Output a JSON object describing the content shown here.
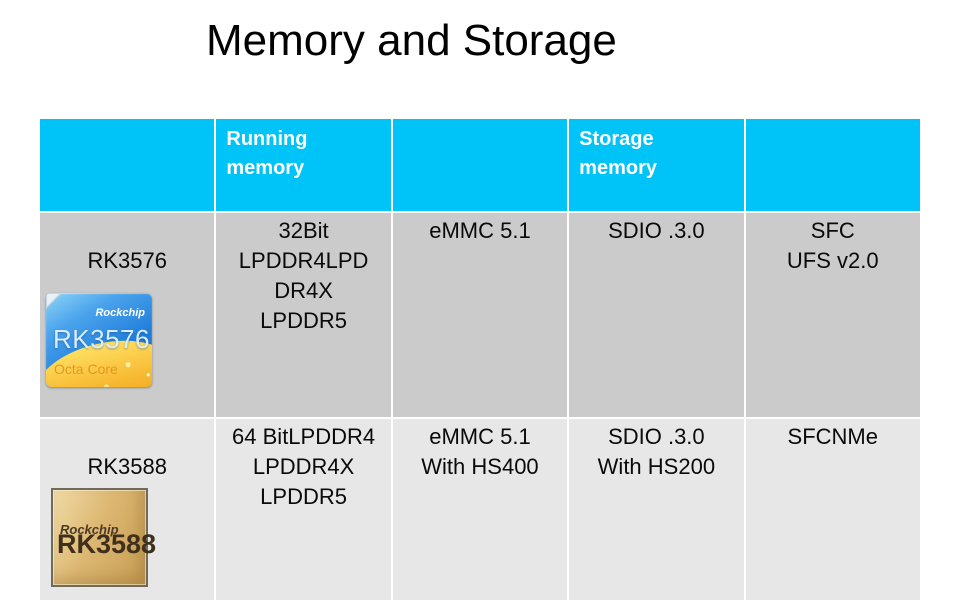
{
  "title": "Memory and Storage",
  "table": {
    "headers": [
      "",
      "Running\nmemory",
      "",
      "Storage\nmemory",
      ""
    ],
    "rows": [
      {
        "name": "RK3576",
        "badge": {
          "brand": "Rockchip",
          "model": "RK3576",
          "subtitle": "Octa Core"
        },
        "cells": [
          "32Bit\nLPDDR4LPD\nDR4X\nLPDDR5",
          "eMMC 5.1",
          "SDIO .3.0",
          "SFC\nUFS v2.0"
        ]
      },
      {
        "name": "RK3588",
        "badge": {
          "brand": "Rockchip",
          "model": "RK3588"
        },
        "cells": [
          "64 BitLPDDR4\nLPDDR4X\nLPDDR5",
          "eMMC 5.1\nWith HS400",
          "SDIO .3.0\nWith HS200",
          "SFCNMe"
        ]
      }
    ]
  },
  "colors": {
    "header_bg": "#00c3f7",
    "header_text": "#ffffff",
    "row1_bg": "#cbcbcb",
    "row2_bg": "#e7e7e7",
    "chip_blue": "#2280dc",
    "chip_blue_wave_gold": "#f6b62e",
    "chip_gold": "#ddb873",
    "chip_gold_text": "#3f301d"
  }
}
